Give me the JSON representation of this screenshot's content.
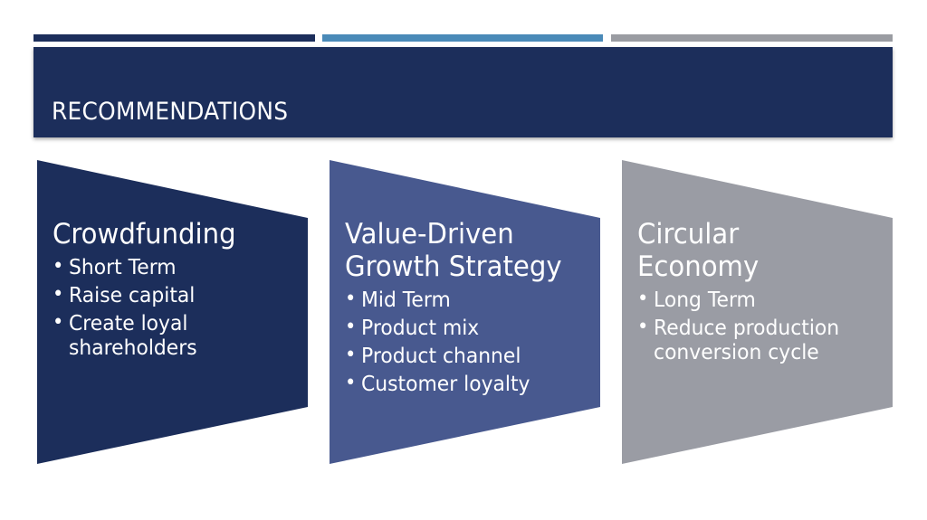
{
  "header": {
    "title": "Recommendations"
  },
  "colors": {
    "navy": "#1c2e5b",
    "blue": "#4a8ab8",
    "gray": "#9a9ca2",
    "slate": "#48598f"
  },
  "panels": [
    {
      "heading": "Crowdfunding",
      "items": [
        "Short Term",
        "Raise capital",
        "Create loyal shareholders"
      ]
    },
    {
      "heading_line1": "Value-Driven",
      "heading_line2": "Growth Strategy",
      "items": [
        "Mid Term",
        "Product mix",
        "Product channel",
        "Customer loyalty"
      ]
    },
    {
      "heading_line1": "Circular",
      "heading_line2": "Economy",
      "items": [
        "Long Term",
        "Reduce production conversion cycle"
      ]
    }
  ]
}
